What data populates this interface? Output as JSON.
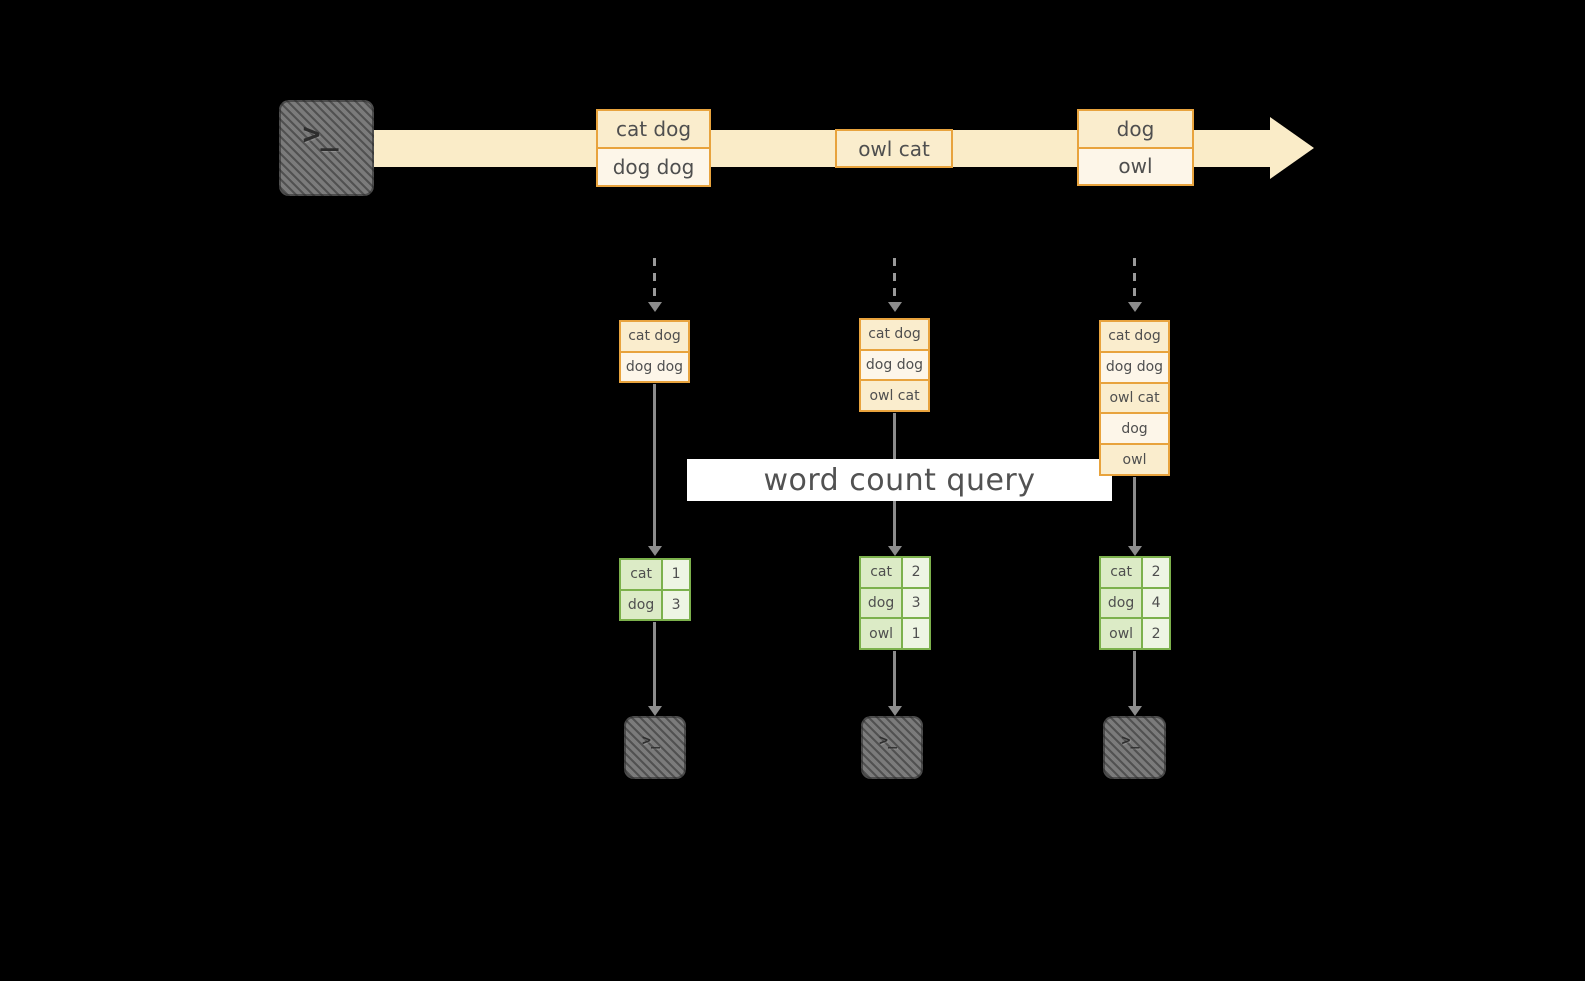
{
  "banner": {
    "label": "word count query"
  },
  "icons": {
    "terminal_prompt": ">_",
    "console_prompt": ">_"
  },
  "colors": {
    "background": "#000000",
    "stream_band": "#faecc8",
    "box_border": "#e8a33d",
    "box_fill": "#faedcd",
    "box_fill_alt": "#fdf6e9",
    "table_border": "#7cb14c",
    "table_fill": "#dcebc6",
    "table_fill_light": "#eef5e3",
    "arrow": "#8c8c8c",
    "terminal": "#747474",
    "banner_bg": "#ffffff",
    "banner_text": "#525252"
  },
  "timeline": {
    "batches": [
      {
        "lines": [
          "cat dog",
          "dog dog"
        ]
      },
      {
        "lines": [
          "owl cat"
        ]
      },
      {
        "lines": [
          "dog",
          "owl"
        ]
      }
    ]
  },
  "input_tables": [
    {
      "rows": [
        "cat dog",
        "dog dog"
      ]
    },
    {
      "rows": [
        "cat dog",
        "dog dog",
        "owl cat"
      ]
    },
    {
      "rows": [
        "cat dog",
        "dog dog",
        "owl cat",
        "dog",
        "owl"
      ]
    }
  ],
  "result_tables": [
    {
      "rows": [
        {
          "word": "cat",
          "count": "1"
        },
        {
          "word": "dog",
          "count": "3"
        }
      ]
    },
    {
      "rows": [
        {
          "word": "cat",
          "count": "2"
        },
        {
          "word": "dog",
          "count": "3"
        },
        {
          "word": "owl",
          "count": "1"
        }
      ]
    },
    {
      "rows": [
        {
          "word": "cat",
          "count": "2"
        },
        {
          "word": "dog",
          "count": "4"
        },
        {
          "word": "owl",
          "count": "2"
        }
      ]
    }
  ]
}
